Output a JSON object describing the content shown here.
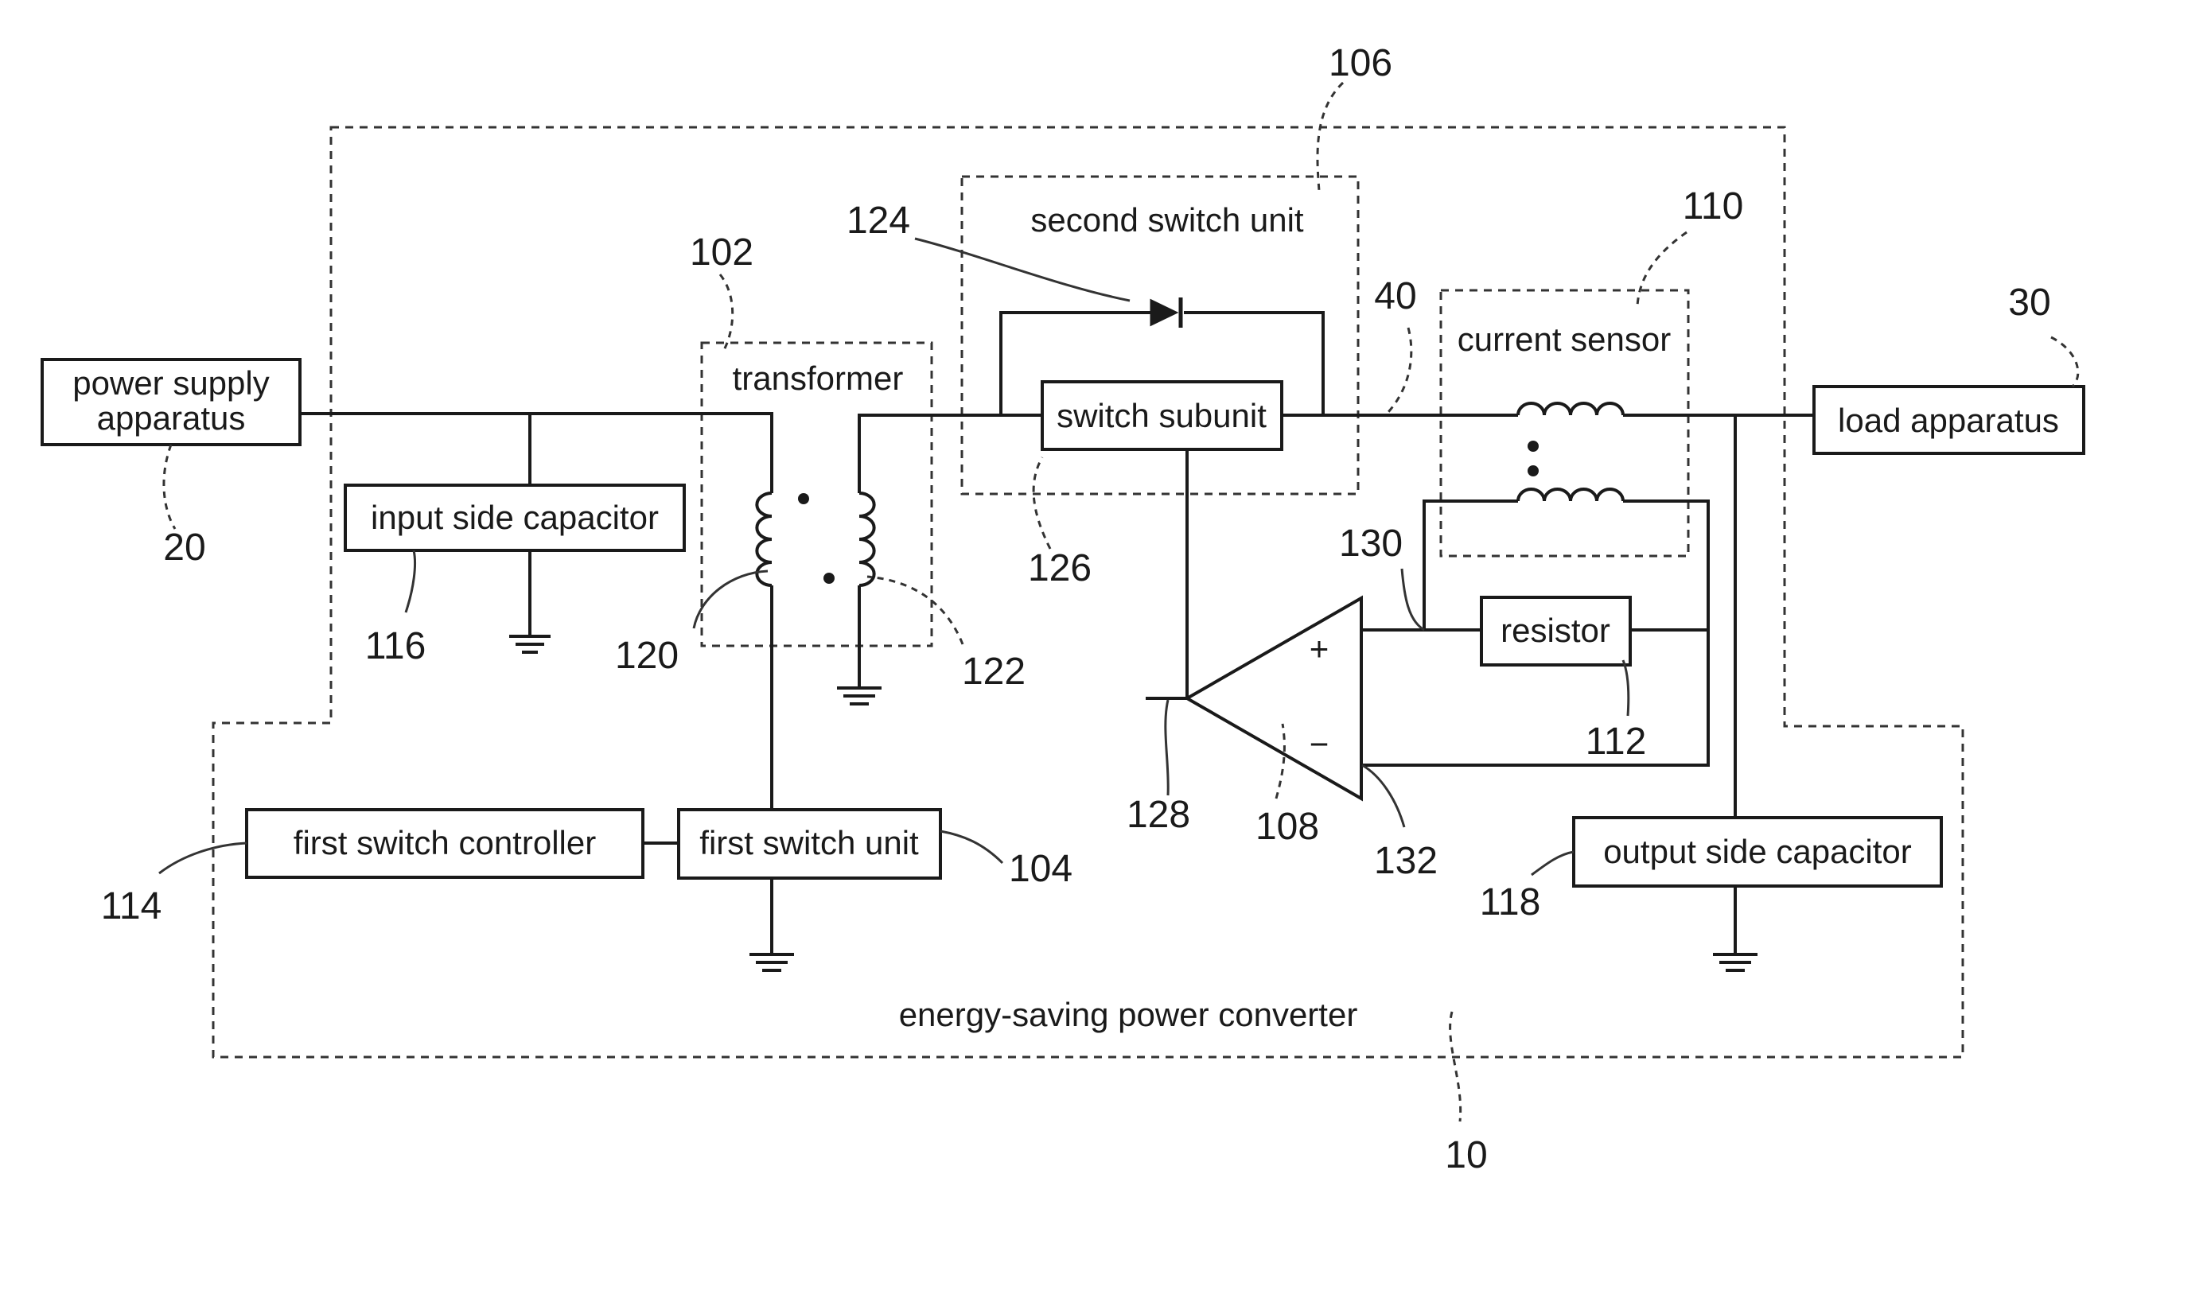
{
  "blocks": {
    "power_supply_line1": "power supply",
    "power_supply_line2": "apparatus",
    "input_side_capacitor": "input side capacitor",
    "transformer": "transformer",
    "second_switch_unit": "second switch unit",
    "switch_subunit": "switch subunit",
    "current_sensor": "current sensor",
    "load_apparatus": "load apparatus",
    "resistor": "resistor",
    "first_switch_controller": "first switch controller",
    "first_switch_unit": "first switch unit",
    "output_side_capacitor": "output side capacitor",
    "converter": "energy-saving power converter"
  },
  "refs": {
    "r10": "10",
    "r20": "20",
    "r30": "30",
    "r40": "40",
    "r102": "102",
    "r104": "104",
    "r106": "106",
    "r108": "108",
    "r110": "110",
    "r112": "112",
    "r114": "114",
    "r116": "116",
    "r118": "118",
    "r120": "120",
    "r122": "122",
    "r124": "124",
    "r126": "126",
    "r128": "128",
    "r130": "130",
    "r132": "132"
  },
  "signs": {
    "plus": "+",
    "minus": "−"
  }
}
